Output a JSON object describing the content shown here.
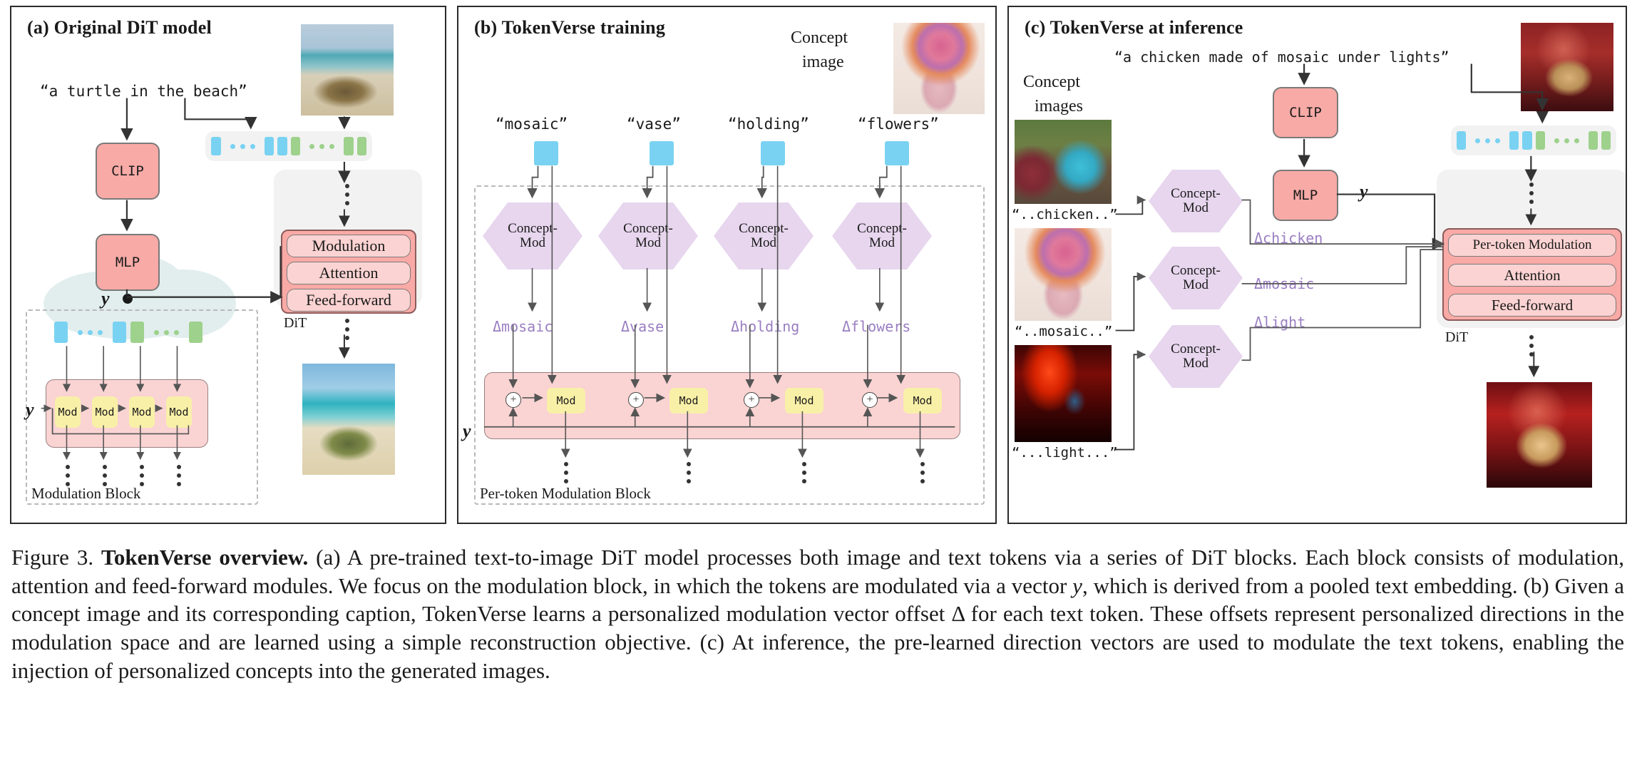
{
  "panels": {
    "a": {
      "title": "(a) Original DiT model",
      "prompt": "“a turtle in the beach”",
      "clip_label": "CLIP",
      "mlp_label": "MLP",
      "y_label": "y",
      "dit_rows": [
        "Modulation",
        "Attention",
        "Feed-forward"
      ],
      "dit_label": "DiT",
      "mod_block_label": "Modulation Block",
      "mod_labels": [
        "Mod",
        "Mod",
        "Mod",
        "Mod"
      ],
      "token_groups": [
        {
          "color": "blue",
          "hex": "#79d2f2"
        },
        {
          "color": "green",
          "hex": "#9ed18c"
        }
      ],
      "images": [
        "noisy turtle on beach",
        "clean turtle on beach"
      ]
    },
    "b": {
      "title": "(b) TokenVerse training",
      "concept_image_label": "Concept\nimage",
      "concept_image_label_line1": "Concept",
      "concept_image_label_line2": "image",
      "tokens": [
        "“mosaic”",
        "“vase”",
        "“holding”",
        "“flowers”"
      ],
      "concept_mod_label_line1": "Concept-",
      "concept_mod_label_line2": "Mod",
      "deltas": [
        "Δmosaic",
        "Δvase",
        "Δholding",
        "Δflowers"
      ],
      "y_label": "y",
      "mod_labels": [
        "Mod",
        "Mod",
        "Mod",
        "Mod"
      ],
      "block_label": "Per-token Modulation Block",
      "images": [
        "mosaic vase with flowers"
      ]
    },
    "c": {
      "title": "(c) TokenVerse at inference",
      "concept_images_label_line1": "Concept",
      "concept_images_label_line2": "images",
      "prompt": "“a chicken made of mosaic under lights”",
      "clip_label": "CLIP",
      "mlp_label": "MLP",
      "y_label": "y",
      "concept_captions": [
        "“..chicken..”",
        "“..mosaic..”",
        "“...light...”"
      ],
      "concept_mod_label_line1": "Concept-",
      "concept_mod_label_line2": "Mod",
      "deltas": [
        "Δchicken",
        "Δmosaic",
        "Δlight"
      ],
      "dit_rows": [
        "Per-token Modulation",
        "Attention",
        "Feed-forward"
      ],
      "dit_label": "DiT",
      "images": [
        "chicken statue in garden",
        "mosaic vase with flowers",
        "red lit room with tv",
        "noisy mosaic chicken",
        "final mosaic chicken"
      ]
    }
  },
  "colors": {
    "pink_block": "#f7aaa6",
    "pink_row": "#fbd3d2",
    "pink_band": "#fad3d3",
    "purple_hex": "#e7d6ee",
    "purple_text": "#9a7ec2",
    "token_blue": "#79d2f2",
    "token_green": "#9ed18c",
    "mod_yellow": "#f9f0a8",
    "gray_box": "#f2f2f2",
    "cloud": "#e2eeee"
  },
  "caption": {
    "figure_number": "Figure 3.",
    "bold_title": "TokenVerse overview.",
    "body": " (a) A pre-trained text-to-image DiT model processes both image and text tokens via a series of DiT blocks. Each block consists of modulation, attention and feed-forward modules. We focus on the modulation block, in which the tokens are modulated via a vector ",
    "y_symbol": "y",
    "body2": ", which is derived from a pooled text embedding. (b) Given a concept image and its corresponding caption, TokenVerse learns a personalized modulation vector offset ",
    "delta_symbol": "Δ",
    "body3": " for each text token. These offsets represent personalized directions in the modulation space and are learned using a simple reconstruction objective. (c) At inference, the pre-learned direction vectors are used to modulate the text tokens, enabling the injection of personalized concepts into the generated images."
  }
}
